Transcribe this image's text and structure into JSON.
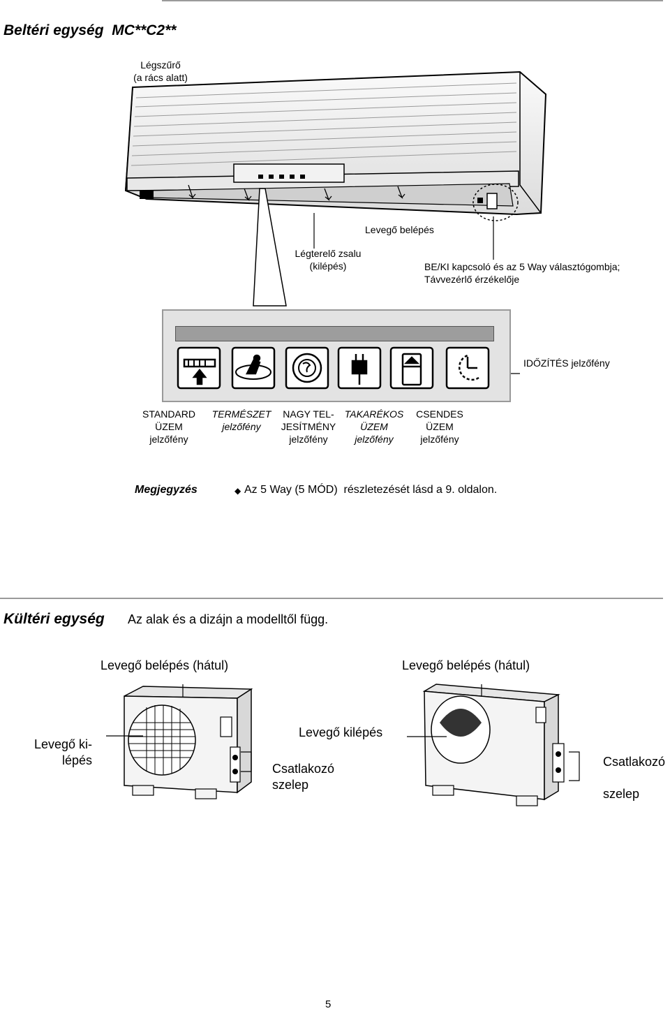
{
  "indoor": {
    "title": "Beltéri egység  MC**C2**",
    "labels": {
      "filter_1": "Légszűrő",
      "filter_2": "(a rács alatt)",
      "louver_1": "Légterelő zsalu",
      "louver_2": "(kilépés)",
      "air_in": "Levegő belépés",
      "switch_1": "BE/KI kapcsoló és az 5 Way választógombja;",
      "switch_2": "Távvezérlő érzékelője"
    },
    "timer_label": "IDŐZÍTÉS jelzőfény",
    "indicators": [
      {
        "l1": "STANDARD",
        "l2": "ÜZEM",
        "l3": "jelzőfény"
      },
      {
        "l1": "TERMÉSZET",
        "l2": "jelzőfény",
        "l3": ""
      },
      {
        "l1": "NAGY TEL-",
        "l2": "JESÍTMÉNY",
        "l3": "jelzőfény"
      },
      {
        "l1": "TAKARÉKOS",
        "l2": "ÜZEM",
        "l3": "jelzőfény"
      },
      {
        "l1": "CSENDES",
        "l2": "ÜZEM",
        "l3": "jelzőfény"
      }
    ],
    "icons": [
      "standard-mode-icon",
      "nature-mode-icon",
      "high-power-icon",
      "economy-plug-icon",
      "silent-mode-icon",
      "timer-clock-icon"
    ],
    "note_title": "Megjegyzés",
    "note_text": "Az 5 Way (5 MÓD)  részletezését lásd a 9. oldalon."
  },
  "outdoor": {
    "title": "Kültéri egység",
    "subtitle": "Az alak és a dizájn a modelltől függ.",
    "left": {
      "air_in": "Levegő belépés (hátul)",
      "air_out_1": "Levegő ki-",
      "air_out_2": "lépés",
      "valve_1": "Csatlakozó",
      "valve_2": "szelep"
    },
    "right": {
      "air_in": "Levegő belépés (hátul)",
      "air_out": "Levegő kilépés",
      "valve_1": "Csatlakozó",
      "valve_2": "szelep"
    }
  },
  "page_number": "5"
}
